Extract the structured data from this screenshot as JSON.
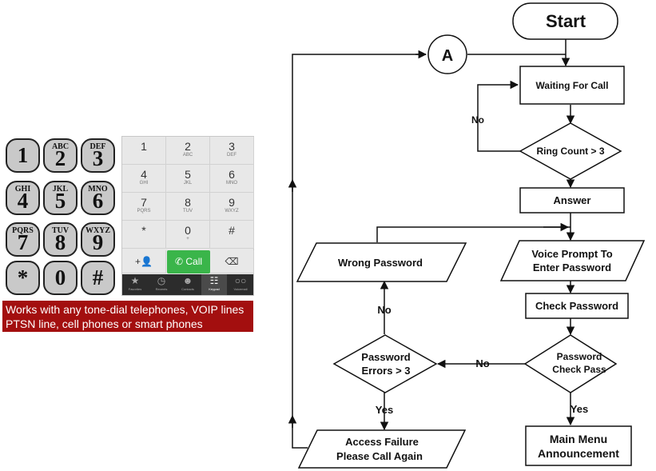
{
  "keypad": {
    "keys": [
      {
        "digit": "1",
        "letters": ""
      },
      {
        "digit": "2",
        "letters": "ABC"
      },
      {
        "digit": "3",
        "letters": "DEF"
      },
      {
        "digit": "4",
        "letters": "GHI"
      },
      {
        "digit": "5",
        "letters": "JKL"
      },
      {
        "digit": "6",
        "letters": "MNO"
      },
      {
        "digit": "7",
        "letters": "PQRS"
      },
      {
        "digit": "8",
        "letters": "TUV"
      },
      {
        "digit": "9",
        "letters": "WXYZ"
      },
      {
        "digit": "*",
        "letters": ""
      },
      {
        "digit": "0",
        "letters": ""
      },
      {
        "digit": "#",
        "letters": ""
      }
    ]
  },
  "phone": {
    "keys": [
      {
        "digit": "1",
        "letters": ""
      },
      {
        "digit": "2",
        "letters": "ABC"
      },
      {
        "digit": "3",
        "letters": "DEF"
      },
      {
        "digit": "4",
        "letters": "GHI"
      },
      {
        "digit": "5",
        "letters": "JKL"
      },
      {
        "digit": "6",
        "letters": "MNO"
      },
      {
        "digit": "7",
        "letters": "PQRS"
      },
      {
        "digit": "8",
        "letters": "TUV"
      },
      {
        "digit": "9",
        "letters": "WXYZ"
      },
      {
        "digit": "*",
        "letters": ""
      },
      {
        "digit": "0",
        "letters": "+"
      },
      {
        "digit": "#",
        "letters": ""
      }
    ],
    "call_label": "Call",
    "tabs": [
      "Favorites",
      "Recents",
      "Contacts",
      "Keypad",
      "Voicemail"
    ],
    "active_tab": "Keypad",
    "accent_color": "#3ab54a"
  },
  "banner": {
    "line1": "Works with any tone-dial telephones, VOIP lines",
    "line2": "PTSN line, cell phones or smart phones",
    "color": "#a30f0f"
  },
  "flowchart": {
    "start": "Start",
    "connector": "A",
    "waiting": "Waiting For Call",
    "ring_count": "Ring Count > 3",
    "ring_no": "No",
    "answer": "Answer",
    "voice_prompt_1": "Voice Prompt To",
    "voice_prompt_2": "Enter Password",
    "check_password": "Check Password",
    "check_pass_1": "Password",
    "check_pass_2": "Check Pass",
    "check_no": "No",
    "check_yes": "Yes",
    "main_menu_1": "Main Menu",
    "main_menu_2": "Announcement",
    "pw_errors_1": "Password",
    "pw_errors_2": "Errors > 3",
    "errors_no": "No",
    "errors_yes": "Yes",
    "wrong_password": "Wrong Password",
    "access_failure_1": "Access Failure",
    "access_failure_2": "Please Call Again"
  }
}
